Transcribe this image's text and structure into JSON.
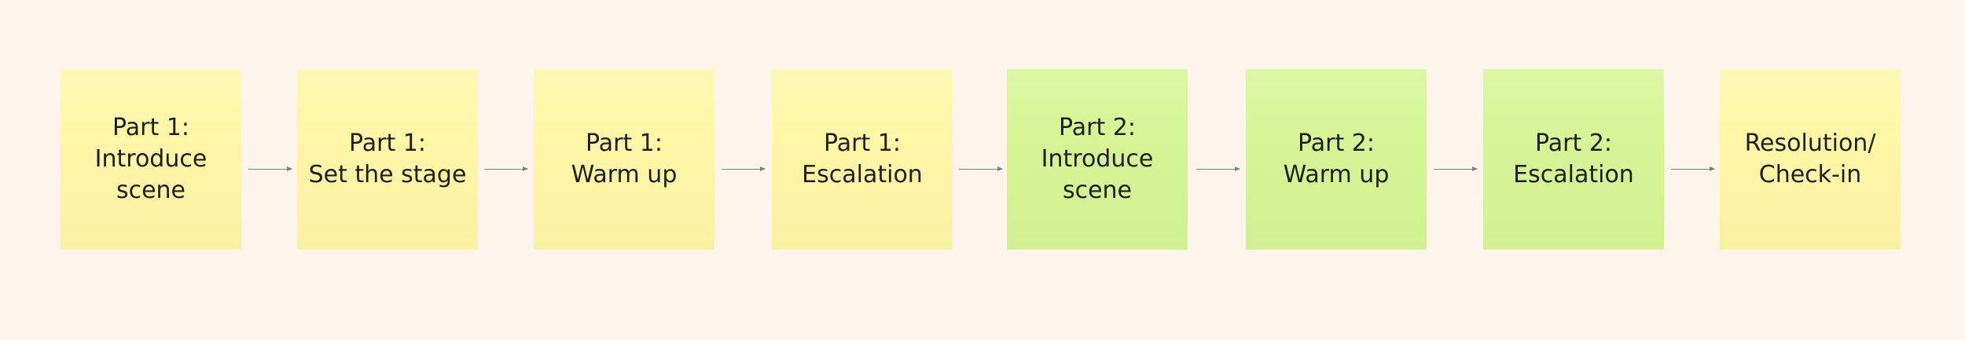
{
  "notes": [
    {
      "label": "Part 1:\nIntroduce\nscene",
      "color": "#fff7a6"
    },
    {
      "label": "Part 1:\nSet the stage",
      "color": "#fff7a6"
    },
    {
      "label": "Part 1:\nWarm up",
      "color": "#fff7a6"
    },
    {
      "label": "Part 1:\nEscalation",
      "color": "#fff7a6"
    },
    {
      "label": "Part 2:\nIntroduce\nscene",
      "color": "#d6f594"
    },
    {
      "label": "Part 2:\nWarm up",
      "color": "#d6f594"
    },
    {
      "label": "Part 2:\nEscalation",
      "color": "#d6f594"
    },
    {
      "label": "Resolution/\nCheck-in",
      "color": "#fff7a6"
    }
  ],
  "colors": {
    "background": "#fdf4ec",
    "connector": "#808080"
  }
}
